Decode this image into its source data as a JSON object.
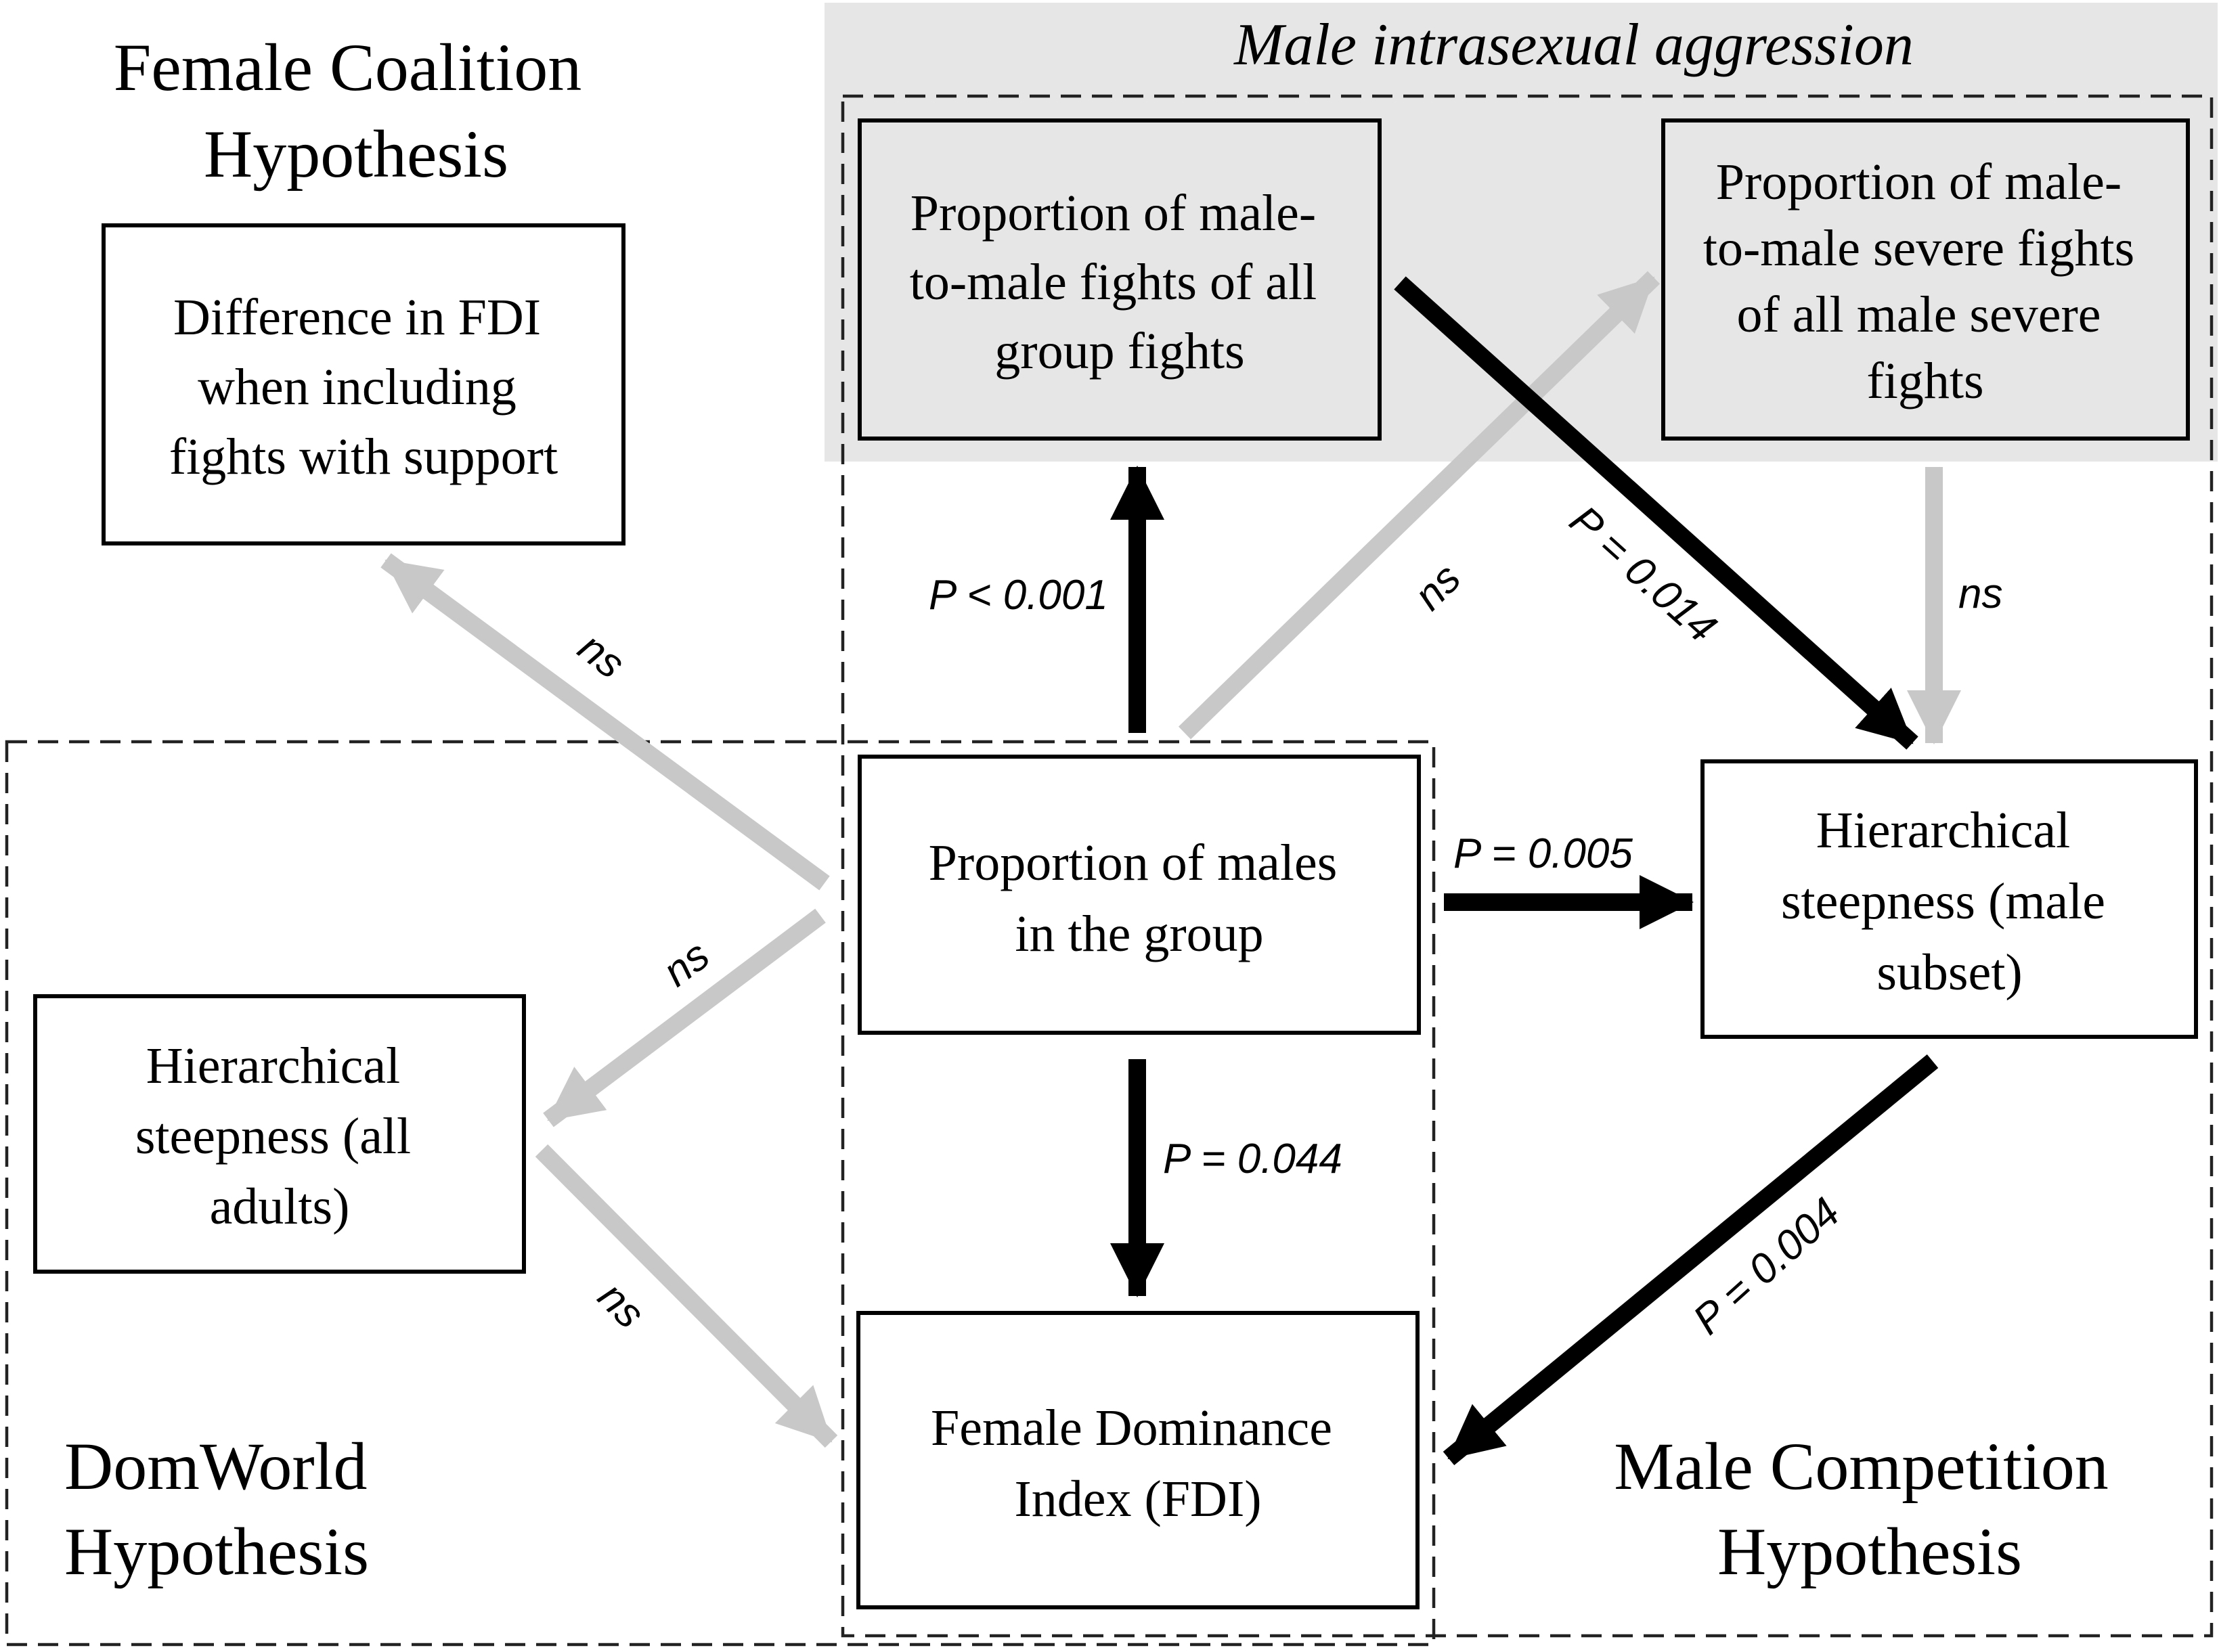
{
  "group_title": "Male intrasexual aggression",
  "hypotheses": {
    "female_coalition": [
      "Female Coalition",
      "Hypothesis"
    ],
    "domworld": [
      "DomWorld",
      "Hypothesis"
    ],
    "male_competition": [
      "Male Competition",
      "Hypothesis"
    ]
  },
  "nodes": {
    "fdi_diff": [
      "Difference in FDI",
      "when including",
      "fights with support"
    ],
    "male_fights": [
      "Proportion of male-",
      "to-male fights of all",
      "group fights"
    ],
    "male_severe": [
      "Proportion of male-",
      "to-male severe fights",
      "of all male severe",
      "fights"
    ],
    "prop_males": [
      "Proportion of males",
      "in the group"
    ],
    "steep_male": [
      "Hierarchical",
      "steepness (male",
      "subset)"
    ],
    "steep_all": [
      "Hierarchical",
      "steepness (all",
      "adults)"
    ],
    "fdi": [
      "Female Dominance",
      "Index (FDI)"
    ]
  },
  "edges": {
    "males_to_male_fights": {
      "label": "P < 0.001",
      "significant": true
    },
    "males_to_male_severe": {
      "label": "ns",
      "significant": false
    },
    "male_fights_to_steep_male": {
      "label": "P = 0.014",
      "significant": true
    },
    "male_severe_to_steep_male": {
      "label": "ns",
      "significant": false
    },
    "males_to_steep_male": {
      "label": "P = 0.005",
      "significant": true
    },
    "males_to_fdi": {
      "label": "P = 0.044",
      "significant": true
    },
    "steep_male_to_fdi": {
      "label": "P = 0.004",
      "significant": true
    },
    "males_to_fdi_diff": {
      "label": "ns",
      "significant": false
    },
    "males_to_steep_all": {
      "label": "ns",
      "significant": false
    },
    "steep_all_to_fdi": {
      "label": "ns",
      "significant": false
    }
  },
  "colors": {
    "significant": "#000000",
    "non_significant": "#c8c8c8",
    "group_fill": "#e6e6e6"
  }
}
